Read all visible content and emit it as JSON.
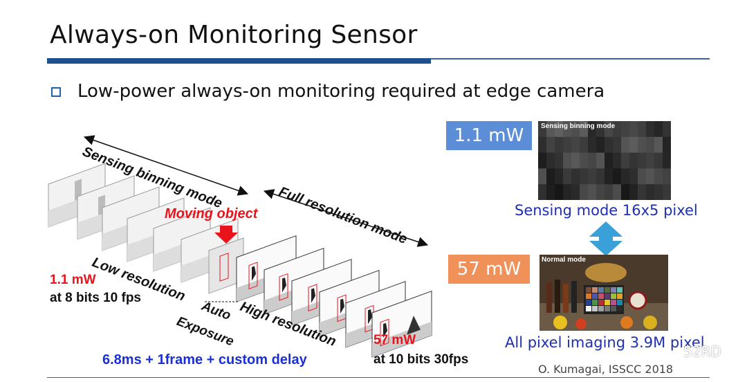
{
  "slide": {
    "title": "Always-on Monitoring Sensor",
    "bullet": "Low-power always-on monitoring required at edge camera"
  },
  "diagram": {
    "sensing_binning_label": "Sensing binning mode",
    "full_resolution_label": "Full resolution mode",
    "moving_object_label": "Moving object",
    "low_resolution_label": "Low resolution",
    "high_resolution_label": "High resolution",
    "auto_label": "Auto",
    "exposure_label": "Exposure",
    "low_power": "1.1 mW",
    "low_power_detail": "at 8 bits 10 fps",
    "high_power": "57 mW",
    "high_power_detail": "at 10 bits 30fps",
    "latency": "6.8ms + 1frame + custom delay",
    "colors": {
      "accent_red": "#e8131b",
      "latency_blue": "#1a2fd6"
    }
  },
  "right_panel": {
    "sensing_power": "1.1 mW",
    "sensing_image_label": "Sensing binning mode",
    "sensing_caption": "Sensing mode 16x5 pixel",
    "normal_power": "57 mW",
    "normal_image_label": "Normal mode",
    "normal_caption": "All pixel imaging 3.9M pixel",
    "colors": {
      "sensing_box": "#5b8ed6",
      "normal_box": "#f0915a",
      "arrow": "#3aa0d8",
      "caption": "#1d2fb4"
    }
  },
  "credit": "O. Kumagai, ISSCC 2018",
  "watermark": "52RD"
}
